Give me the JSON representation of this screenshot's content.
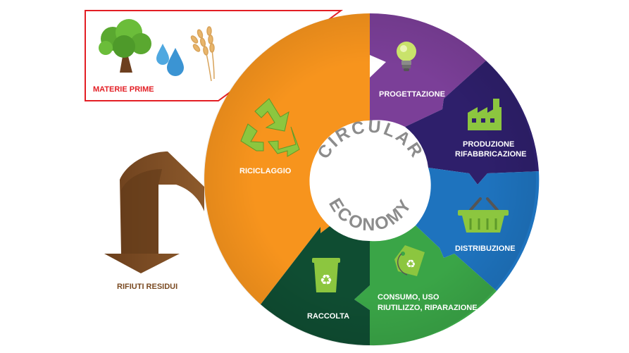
{
  "diagram": {
    "center_top": "CIRCULAR",
    "center_bottom": "ECONOMY",
    "raw_materials_label": "MATERIE PRIME",
    "residual_waste_label": "RIFIUTI RESIDUI",
    "segments": [
      {
        "label": "RICICLAGGIO",
        "color": "#f7941d",
        "icon": "recycle-arrows-icon"
      },
      {
        "label": "PROGETTAZIONE",
        "color": "#7b3f98",
        "icon": "lightbulb-icon"
      },
      {
        "label_line1": "PRODUZIONE",
        "label_line2": "RIFABBRICAZIONE",
        "color": "#2e1f6b",
        "icon": "factory-icon"
      },
      {
        "label": "DISTRIBUZIONE",
        "color": "#1e73be",
        "icon": "shopping-basket-icon"
      },
      {
        "label_line1": "CONSUMO, USO",
        "label_line2": "RIUTILIZZO, RIPARAZIONE",
        "color": "#3aa547",
        "icon": "recycle-tag-icon"
      },
      {
        "label": "RACCOLTA",
        "color": "#0f4d32",
        "icon": "recycle-bin-icon"
      }
    ],
    "colors": {
      "accent_red": "#e31e24",
      "arrow_brown": "#7a4a22",
      "center_text": "#8c8c8c"
    }
  }
}
